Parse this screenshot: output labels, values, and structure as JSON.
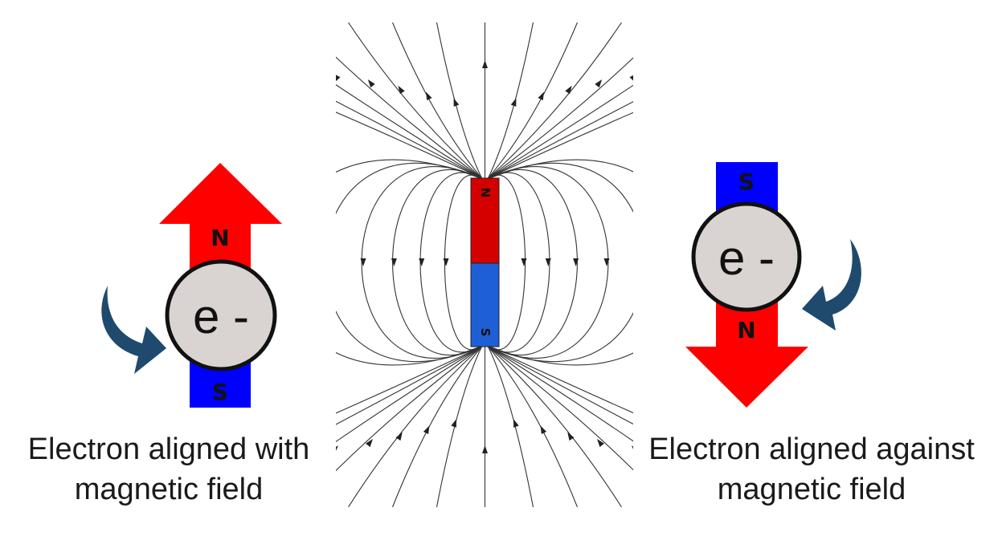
{
  "colors": {
    "north": "#ff0000",
    "south": "#0000ff",
    "magnet_north": "#d40000",
    "magnet_south": "#1e5fd6",
    "electron_fill": "#d9d4d1",
    "curved_arrow": "#1f4a6e",
    "field_line": "#333333"
  },
  "left_electron": {
    "symbol": "e -",
    "top_pole": "N",
    "bottom_pole": "S",
    "caption_line1": "Electron aligned with",
    "caption_line2": "magnetic field"
  },
  "right_electron": {
    "symbol": "e -",
    "top_pole": "S",
    "bottom_pole": "N",
    "caption_line1": "Electron aligned against",
    "caption_line2": "magnetic field"
  },
  "bar_magnet": {
    "north_label": "N",
    "south_label": "S"
  }
}
